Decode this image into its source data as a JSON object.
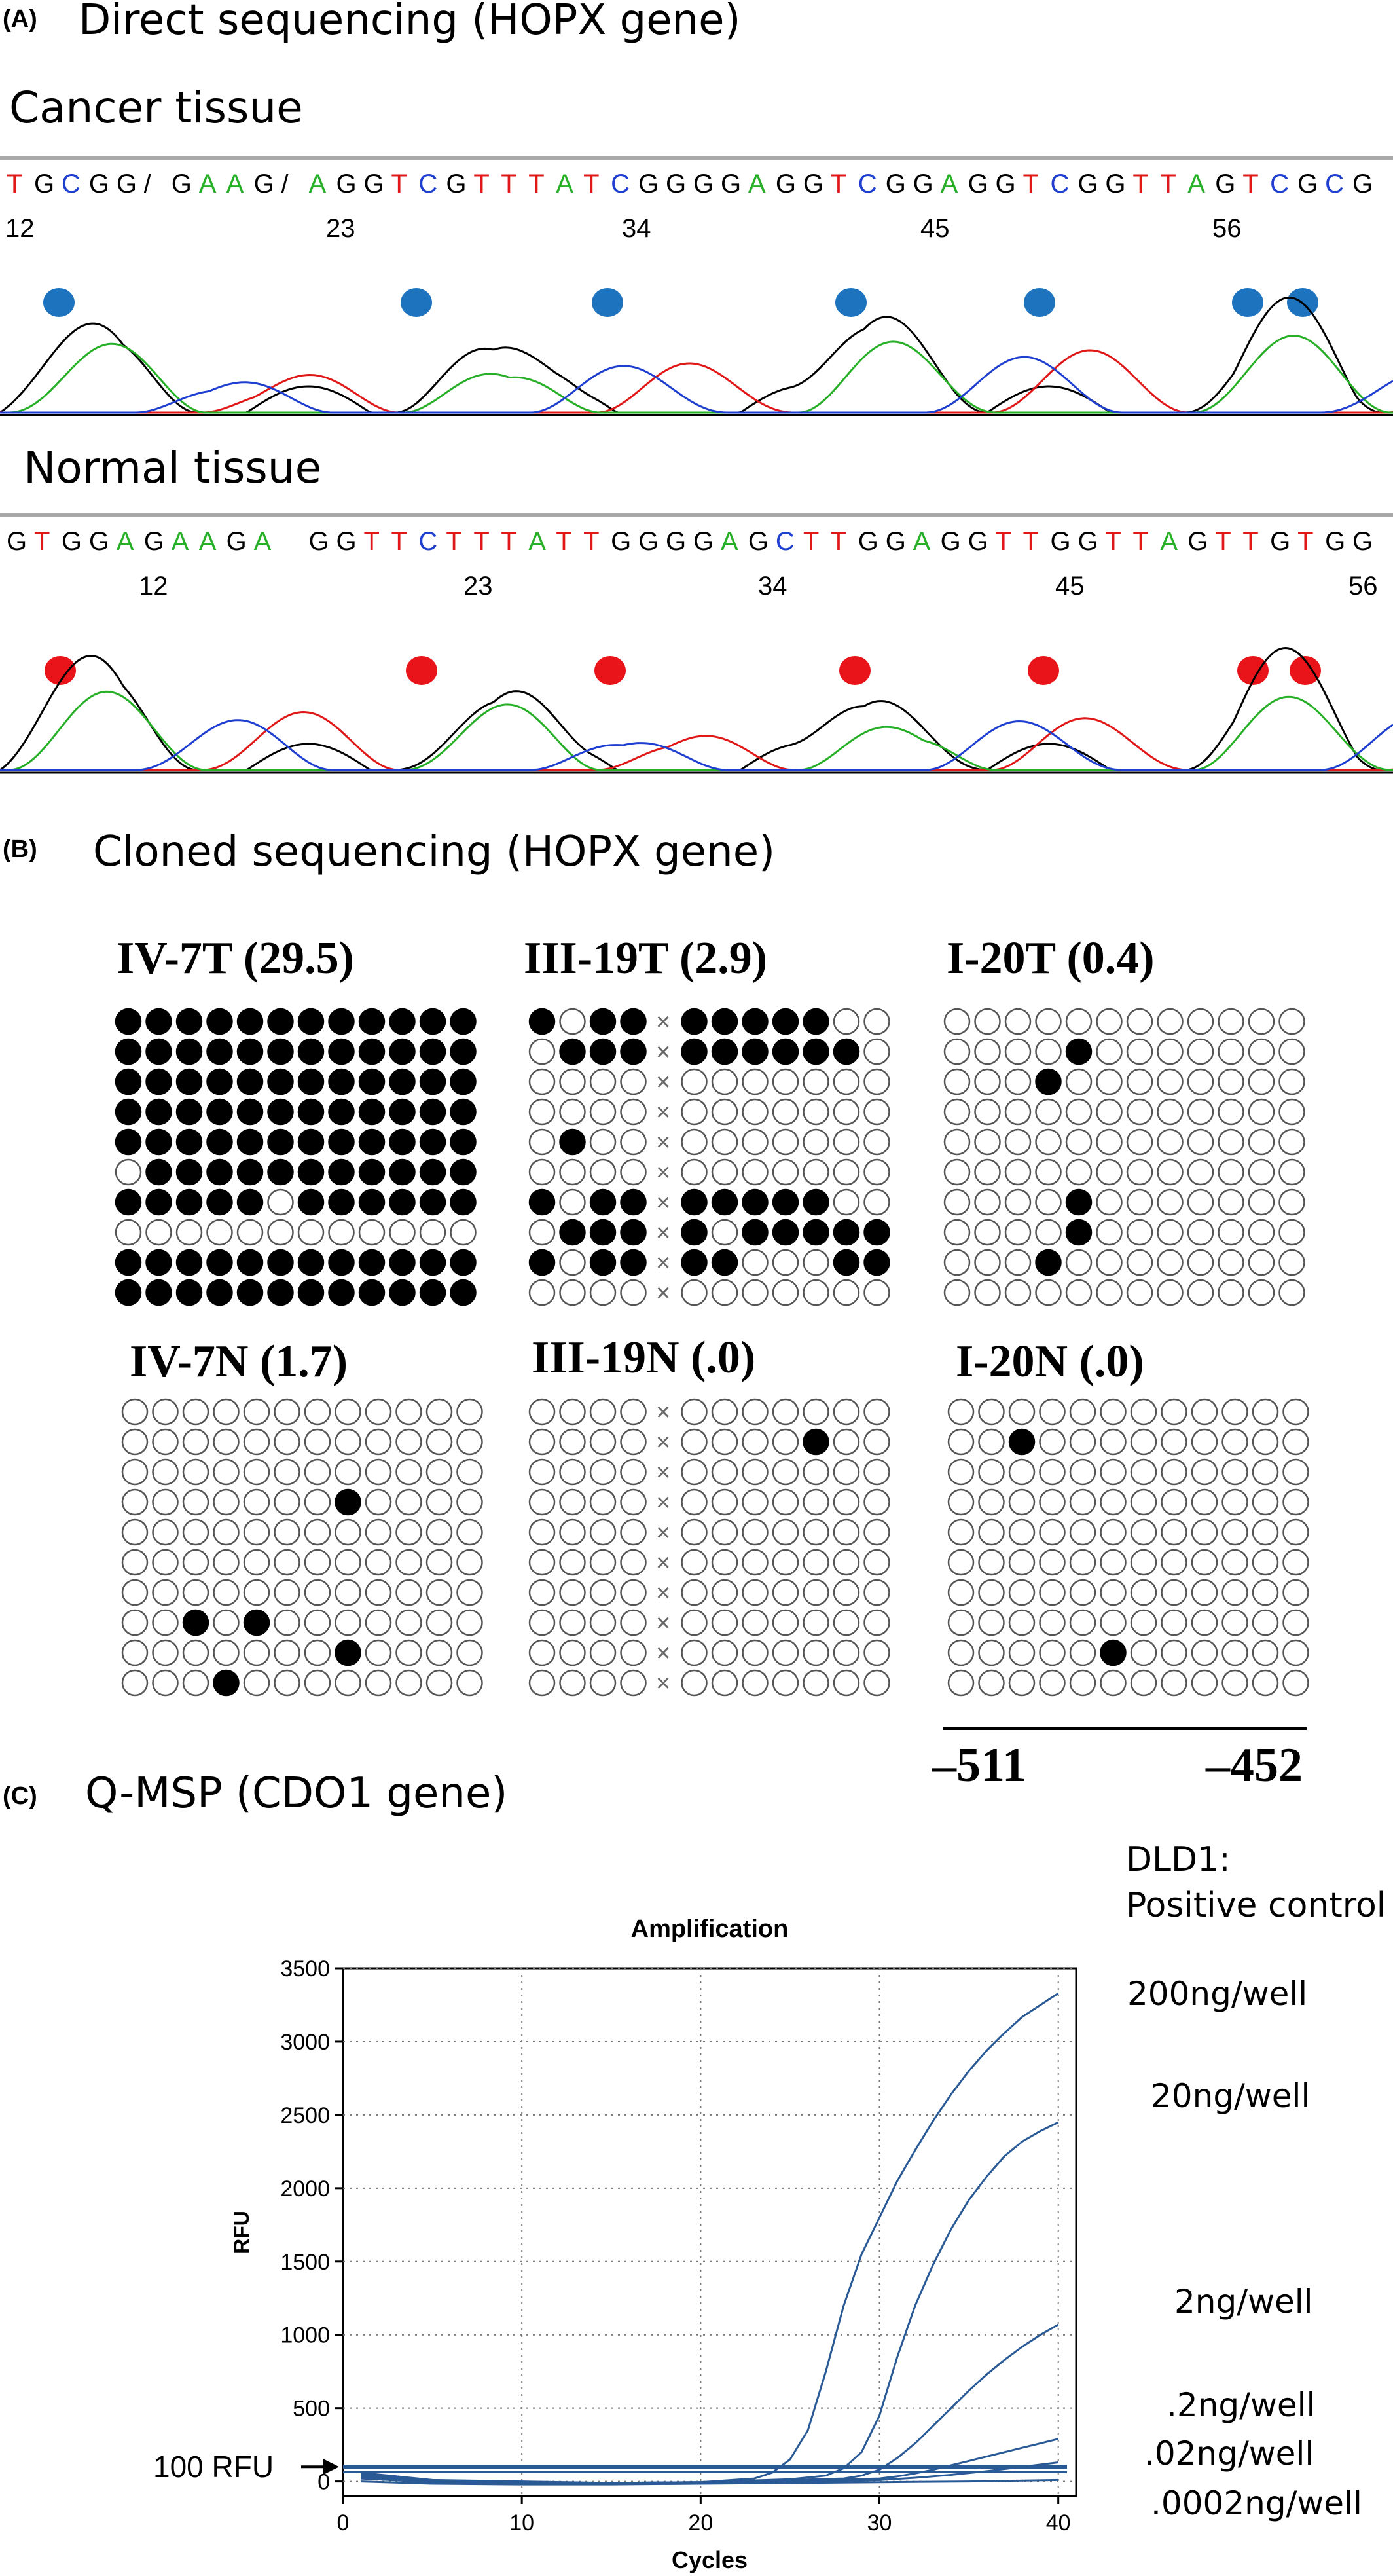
{
  "panel_a": {
    "letter": "(A)",
    "title": "Direct sequencing (HOPX gene)",
    "cancer": {
      "label": "Cancer tissue",
      "sequence": "TGCGG/GAAG/AGGTCGTTTATCGGGGAGGTCGGAGGTCGGTTAGTCGCG",
      "positions": [
        "12",
        "23",
        "34",
        "45",
        "56"
      ],
      "marker_color": "#1e73be",
      "marker_count": 7
    },
    "normal": {
      "label": "Normal tissue",
      "sequence": "GTGGAGAAGA GGTTCTTTATTGGGGAGCTTGGAGGTTGGTTAGTTGTGG",
      "positions": [
        "12",
        "23",
        "34",
        "45",
        "56"
      ],
      "marker_color": "#e8141a",
      "marker_count": 7
    },
    "base_colors": {
      "A": "#27b027",
      "C": "#1f3fd0",
      "G": "#000000",
      "T": "#e01818"
    }
  },
  "panel_b": {
    "letter": "(B)",
    "title": "Cloned sequencing (HOPX gene)",
    "samples": [
      {
        "label": "IV-7T (29.5)",
        "rows": [
          "111111111111",
          "111111111111",
          "111111111111",
          "111111111111",
          "111111111111",
          "011111111111",
          "111110111111",
          "000000000000",
          "111111111111",
          "111111111111"
        ]
      },
      {
        "label": "III-19T (2.9)",
        "rows": [
          "1011x1111100",
          "0111x1111110",
          "0000x0000000",
          "0000x0000000",
          "0100x0000000",
          "0000x0000000",
          "1011x1111100",
          "0111x1011111",
          "1011x1100011",
          "0000x0000000"
        ]
      },
      {
        "label": "I-20T (0.4)",
        "rows": [
          "000000000000",
          "000010000000",
          "000100000000",
          "000000000000",
          "000000000000",
          "000000000000",
          "000010000000",
          "000010000000",
          "000100000000",
          "000000000000"
        ]
      },
      {
        "label": "IV-7N (1.7)",
        "rows": [
          "000000000000",
          "000000000000",
          "000000000000",
          "000000010000",
          "000000000000",
          "000000000000",
          "000000000000",
          "001010000000",
          "000000010000",
          "000100000000"
        ]
      },
      {
        "label": "III-19N (.0)",
        "rows": [
          "0000x0000000",
          "0000x0000100",
          "0000x0000000",
          "0000x0000000",
          "0000x0000000",
          "0000x0000000",
          "0000x0000000",
          "0000x0000000",
          "0000x0000000",
          "0000x0000000"
        ]
      },
      {
        "label": "I-20N (.0)",
        "rows": [
          "000000000000",
          "001000000000",
          "000000000000",
          "000000000000",
          "000000000000",
          "000000000000",
          "000000000000",
          "000000000000",
          "000001000000",
          "000000000000"
        ]
      }
    ],
    "scale_left": "–511",
    "scale_right": "–452"
  },
  "panel_c": {
    "letter": "(C)",
    "title": "Q-MSP (CDO1 gene)",
    "control_line1": "DLD1:",
    "control_line2": "Positive control",
    "threshold_label": "100 RFU",
    "conc_labels": [
      "200ng/well",
      "20ng/well",
      "2ng/well",
      ".2ng/well",
      ".02ng/well",
      ".0002ng/well"
    ]
  },
  "chart_data": {
    "type": "line",
    "title": "Amplification",
    "xlabel": "Cycles",
    "ylabel": "RFU",
    "xlim": [
      0,
      41
    ],
    "ylim": [
      -100,
      3500
    ],
    "xticks": [
      0,
      10,
      20,
      30,
      40
    ],
    "yticks": [
      0,
      500,
      1000,
      1500,
      2000,
      2500,
      3000,
      3500
    ],
    "grid": true,
    "threshold": 100,
    "line_color": "#2a5a96",
    "series": [
      {
        "x": [
          1,
          5,
          10,
          15,
          20,
          23,
          24,
          25,
          26,
          27,
          28,
          29,
          30,
          31,
          32,
          33,
          34,
          35,
          36,
          37,
          38,
          39,
          40
        ],
        "y": [
          60,
          10,
          0,
          -10,
          -5,
          20,
          60,
          150,
          350,
          750,
          1200,
          1550,
          1800,
          2050,
          2260,
          2460,
          2640,
          2800,
          2940,
          3060,
          3170,
          3250,
          3330
        ]
      },
      {
        "x": [
          1,
          5,
          10,
          15,
          20,
          25,
          27,
          28,
          29,
          30,
          31,
          32,
          33,
          34,
          35,
          36,
          37,
          38,
          39,
          40
        ],
        "y": [
          50,
          5,
          -5,
          -10,
          -5,
          15,
          40,
          90,
          200,
          450,
          850,
          1200,
          1480,
          1720,
          1920,
          2080,
          2220,
          2320,
          2390,
          2450
        ]
      },
      {
        "x": [
          1,
          5,
          10,
          15,
          20,
          25,
          28,
          29,
          30,
          31,
          32,
          33,
          34,
          35,
          36,
          37,
          38,
          39,
          40
        ],
        "y": [
          40,
          5,
          -5,
          -10,
          -5,
          10,
          20,
          40,
          80,
          160,
          260,
          380,
          500,
          620,
          730,
          830,
          920,
          1000,
          1070
        ]
      },
      {
        "x": [
          1,
          5,
          10,
          15,
          20,
          25,
          30,
          31,
          32,
          33,
          34,
          35,
          36,
          37,
          38,
          39,
          40
        ],
        "y": [
          30,
          0,
          -10,
          -10,
          -5,
          5,
          20,
          35,
          55,
          80,
          110,
          140,
          170,
          200,
          230,
          260,
          290
        ]
      },
      {
        "x": [
          1,
          5,
          10,
          15,
          20,
          25,
          30,
          32,
          34,
          36,
          38,
          40
        ],
        "y": [
          20,
          -5,
          -10,
          -15,
          -10,
          -5,
          10,
          25,
          45,
          70,
          100,
          130
        ]
      },
      {
        "x": [
          1,
          5,
          10,
          15,
          20,
          25,
          30,
          35,
          40
        ],
        "y": [
          0,
          -15,
          -20,
          -20,
          -15,
          -10,
          -5,
          0,
          10
        ]
      }
    ]
  }
}
